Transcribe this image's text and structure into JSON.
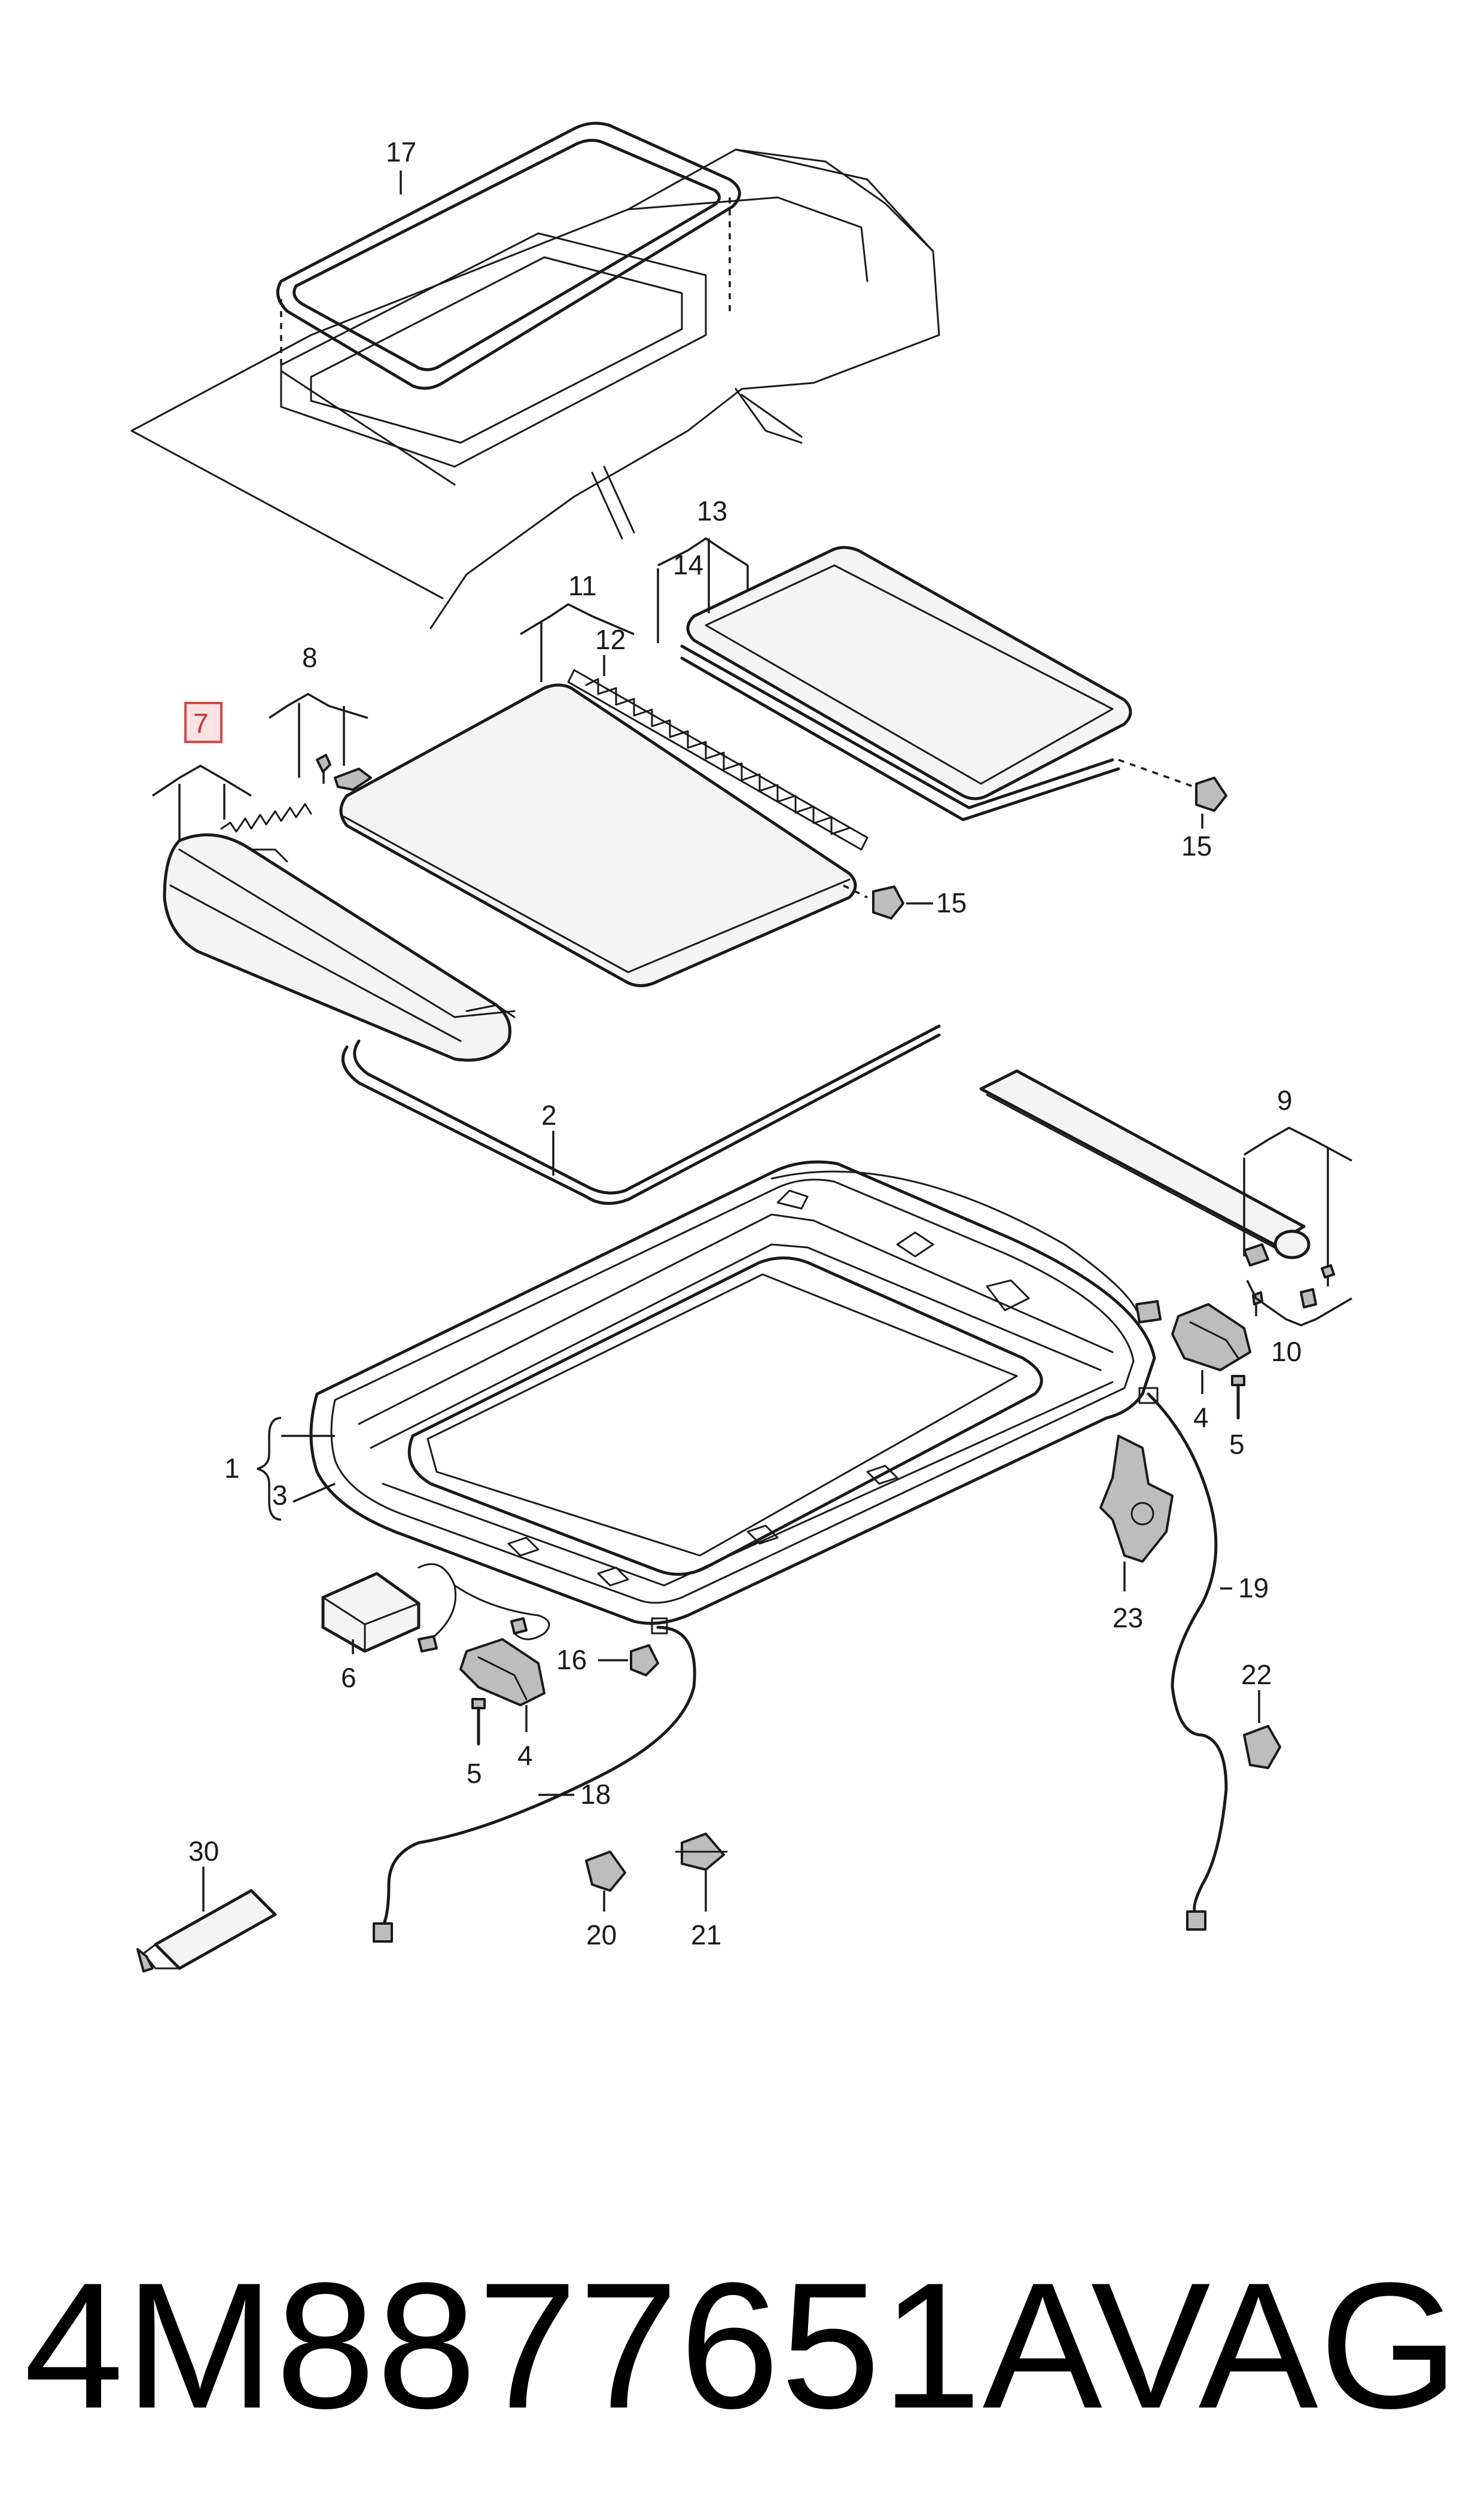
{
  "diagram": {
    "highlighted_callout": "7",
    "callouts": {
      "c1": "1",
      "c2": "2",
      "c3": "3",
      "c4a": "4",
      "c4b": "4",
      "c5a": "5",
      "c5b": "5",
      "c6": "6",
      "c7": "7",
      "c8": "8",
      "c9": "9",
      "c10": "10",
      "c11": "11",
      "c12": "12",
      "c13": "13",
      "c14": "14",
      "c15a": "15",
      "c15b": "15",
      "c16": "16",
      "c17": "17",
      "c18": "18",
      "c19": "19",
      "c20": "20",
      "c21": "21",
      "c22": "22",
      "c23": "23",
      "c30": "30"
    },
    "colors": {
      "highlight_fill": "#fbe3e3",
      "highlight_stroke": "#d24a4a",
      "line": "#1a1a1a"
    }
  },
  "footer": {
    "part_number": "4M8877651A",
    "brand": "VAG"
  }
}
